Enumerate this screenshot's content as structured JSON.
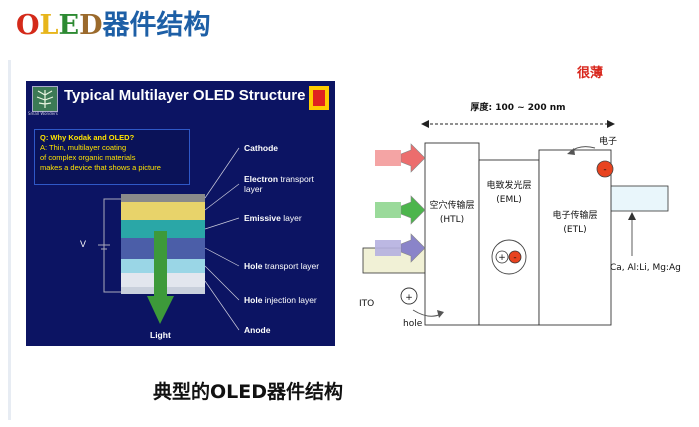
{
  "title": {
    "letter_o": "O",
    "letter_l": "L",
    "letter_e": "E",
    "letter_d": "D",
    "rest": "器件结构"
  },
  "slide": {
    "title": "Typical Multilayer OLED Structure",
    "logo_text": "Small Wonders",
    "question": "Q: Why Kodak and OLED?",
    "answer_lines": [
      "A: Thin, multilayer coating",
      "of complex organic materials",
      "makes a device that shows a picture"
    ],
    "voltage_label": "V",
    "light_label": "Light",
    "layers": [
      {
        "bold": "Cathode",
        "rest": ""
      },
      {
        "bold": "Electron",
        "rest": " transport",
        "line2": "layer"
      },
      {
        "bold": "Emissive",
        "rest": " layer"
      },
      {
        "bold": "Hole",
        "rest": " transport layer"
      },
      {
        "bold": "Hole",
        "rest": " injection layer"
      },
      {
        "bold": "Anode",
        "rest": ""
      }
    ]
  },
  "diagram": {
    "thin_note": "很薄",
    "thickness": "厚度: 100 ~ 200 nm",
    "electron": "电子",
    "htl_line1": "空穴传输层",
    "htl_line2": "(HTL)",
    "eml_line1": "电致发光层",
    "eml_line2": "(EML)",
    "etl_line1": "电子传输层",
    "etl_line2": "(ETL)",
    "cathode_materials": "Ca, Al:Li, Mg:Ag",
    "ito": "ITO",
    "hole": "hole",
    "plus": "+",
    "minus": "-"
  },
  "caption": "典型的OLED器件结构",
  "colors": {
    "title_blue": "#1d5fa6",
    "slide_bg": "#0c1463",
    "note_red": "#d8261c"
  }
}
